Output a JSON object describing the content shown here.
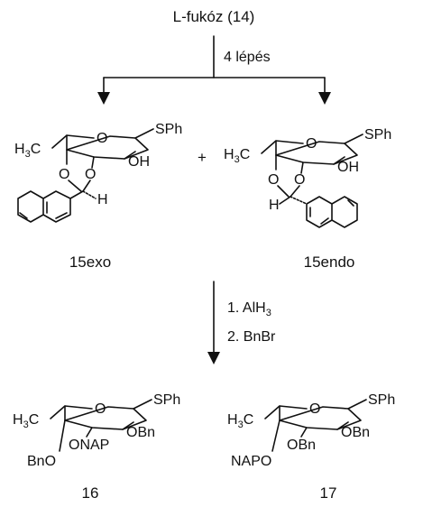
{
  "start_material": "L-fukóz (14)",
  "step1": {
    "condition": "4 lépés"
  },
  "plus": "+",
  "compound_15exo": {
    "label": "15exo",
    "atoms": {
      "methyl": "H",
      "methyl_sub": "3",
      "methyl_c": "C",
      "ring_o": "O",
      "sph": "SPh",
      "oh": "OH",
      "acetal_o1": "O",
      "acetal_o2": "O",
      "acetal_h": "H"
    }
  },
  "compound_15endo": {
    "label": "15endo",
    "atoms": {
      "methyl": "H",
      "methyl_sub": "3",
      "methyl_c": "C",
      "ring_o": "O",
      "sph": "SPh",
      "oh": "OH",
      "acetal_o1": "O",
      "acetal_o2": "O",
      "acetal_h": "H"
    }
  },
  "step2": {
    "line1_prefix": "1. AlH",
    "line1_sub": "3",
    "line2": "2. BnBr"
  },
  "compound_16": {
    "label": "16",
    "atoms": {
      "methyl": "H",
      "methyl_sub": "3",
      "methyl_c": "C",
      "ring_o": "O",
      "sph": "SPh",
      "obn": "OBn",
      "onap": "ONAP",
      "bno": "BnO"
    }
  },
  "compound_17": {
    "label": "17",
    "atoms": {
      "methyl": "H",
      "methyl_sub": "3",
      "methyl_c": "C",
      "ring_o": "O",
      "sph": "SPh",
      "obn2": "OBn",
      "obn3": "OBn",
      "napo": "NAPO"
    }
  }
}
